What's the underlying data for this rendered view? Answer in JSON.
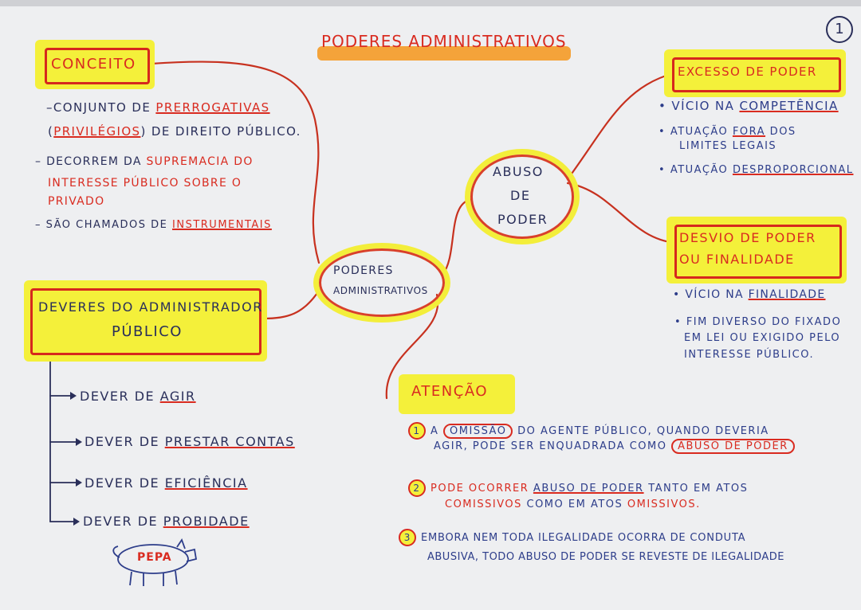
{
  "page_number": "1",
  "title": "PODERES ADMINISTRATIVOS",
  "conceito": {
    "heading": "CONCEITO",
    "l1a": "CONJUNTO DE ",
    "l1b": "PRERROGATIVAS",
    "l2a": "(",
    "l2b": "PRIVILÉGIOS",
    "l2c": ") DE DIREITO PÚBLICO.",
    "l3a": "DECORREM DA ",
    "l3b": "SUPREMACIA DO",
    "l4": "INTERESSE PÚBLICO SOBRE O",
    "l5": "PRIVADO",
    "l6a": "SÃO CHAMADOS DE ",
    "l6b": "INSTRUMENTAIS"
  },
  "deveres": {
    "heading_l1": "DEVERES DO ADMINISTRADOR",
    "heading_l2": "PÚBLICO",
    "items": [
      {
        "pre": "DEVER DE ",
        "word": "AGIR"
      },
      {
        "pre": "DEVER DE ",
        "word": "PRESTAR CONTAS"
      },
      {
        "pre": "DEVER DE ",
        "word": "EFICIÊNCIA"
      },
      {
        "pre": "DEVER DE ",
        "word": "PROBIDADE"
      }
    ],
    "mnemonic": "PEPA"
  },
  "center": {
    "l1": "PODERES",
    "l2": "ADMINISTRATIVOS"
  },
  "abuso": {
    "l1": "ABUSO",
    "l2": "DE",
    "l3": "PODER"
  },
  "excesso": {
    "heading": "EXCESSO DE PODER",
    "b1a": "VÍCIO NA ",
    "b1b": "COMPETÊNCIA",
    "b2a": "ATUAÇÃO ",
    "b2b": "FORA",
    "b2c": " DOS",
    "b2d": "LIMITES LEGAIS",
    "b3a": "ATUAÇÃO ",
    "b3b": "DESPROPORCIONAL"
  },
  "desvio": {
    "heading_l1": "DESVIO DE PODER",
    "heading_l2": "OU FINALIDADE",
    "b1a": "VÍCIO NA ",
    "b1b": "FINALIDADE",
    "b2l1": "FIM DIVERSO DO FIXADO",
    "b2l2": "EM LEI OU EXIGIDO PELO",
    "b2l3": "INTERESSE PÚBLICO."
  },
  "atencao": {
    "heading": "ATENÇÃO",
    "n1": "1",
    "p1a": "A ",
    "p1b": "OMISSÃO",
    "p1c": " DO AGENTE PÚBLICO, QUANDO DEVERIA",
    "p1d": "AGIR, PODE SER ENQUADRADA COMO ",
    "p1e": "ABUSO DE PODER",
    "n2": "2",
    "p2a": "PODE OCORRER ",
    "p2b": "ABUSO DE PODER",
    "p2c": " TANTO EM ATOS",
    "p2d": "COMISSIVOS",
    "p2e": " COMO EM ATOS ",
    "p2f": "OMISSIVOS.",
    "n3": "3",
    "p3a": "EMBORA NEM TODA ILEGALIDADE OCORRA DE CONDUTA",
    "p3b": "ABUSIVA, TODO ABUSO DE PODER SE REVESTE DE ILEGALIDADE"
  }
}
